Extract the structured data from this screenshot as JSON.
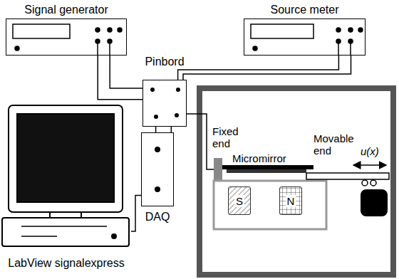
{
  "diagram": {
    "nodes": [
      {
        "text": [
          "Signal generator"
        ]
      },
      {
        "text": [
          "Source meter"
        ]
      },
      {
        "text": [
          "Pinbord"
        ]
      },
      {
        "text": [
          "DAQ"
        ]
      },
      {
        "text": [
          "LabView signalexpress"
        ]
      },
      {
        "text": [
          "S"
        ]
      },
      {
        "text": [
          "N"
        ]
      }
    ],
    "edges": [
      {
        "from": 0,
        "to": 2,
        "arrow": "none"
      },
      {
        "from": 1,
        "to": 2,
        "arrow": "none"
      },
      {
        "from": 2,
        "to": 3,
        "arrow": "none"
      },
      {
        "from": 3,
        "to": 4,
        "arrow": "none"
      }
    ],
    "labels": [
      "Fixed end",
      "Micromirror",
      "Movable end",
      "u(x)"
    ]
  }
}
